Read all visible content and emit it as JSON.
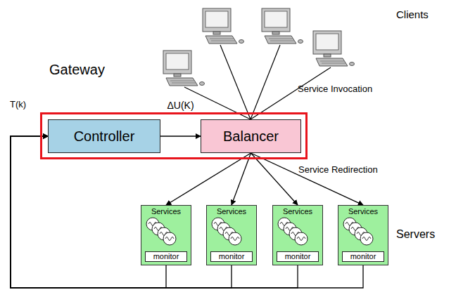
{
  "diagram": {
    "nodes": [
      {
        "text": [
          "Gateway"
        ]
      },
      {
        "text": [
          "Controller"
        ],
        "in": 0
      },
      {
        "text": [
          "Balancer"
        ],
        "in": 0
      },
      {
        "text": [
          "Services"
        ]
      },
      {
        "text": [
          "monitor"
        ],
        "in": 3
      },
      {
        "text": [
          "Services"
        ]
      },
      {
        "text": [
          "monitor"
        ],
        "in": 5
      },
      {
        "text": [
          "Services"
        ]
      },
      {
        "text": [
          "monitor"
        ],
        "in": 7
      },
      {
        "text": [
          "Services"
        ]
      },
      {
        "text": [
          "monitor"
        ],
        "in": 9
      }
    ],
    "edges": [
      {
        "from": 1,
        "to": 2,
        "label": "ΔU(K)",
        "arrow": "to"
      },
      {
        "from": 2,
        "to": 3,
        "arrow": "to"
      },
      {
        "from": 2,
        "to": 5,
        "arrow": "to"
      },
      {
        "from": 2,
        "to": 7,
        "arrow": "to"
      },
      {
        "from": 2,
        "to": 9,
        "arrow": "to"
      },
      {
        "from": 4,
        "to": 1,
        "arrow": "to"
      },
      {
        "from": 6,
        "to": 1,
        "arrow": "to"
      },
      {
        "from": 8,
        "to": 1,
        "arrow": "to"
      },
      {
        "from": 10,
        "to": 1,
        "arrow": "to"
      }
    ],
    "labels": [
      "Clients",
      "Service Invocation",
      "Service Redirection",
      "Servers",
      "T(k)"
    ]
  }
}
